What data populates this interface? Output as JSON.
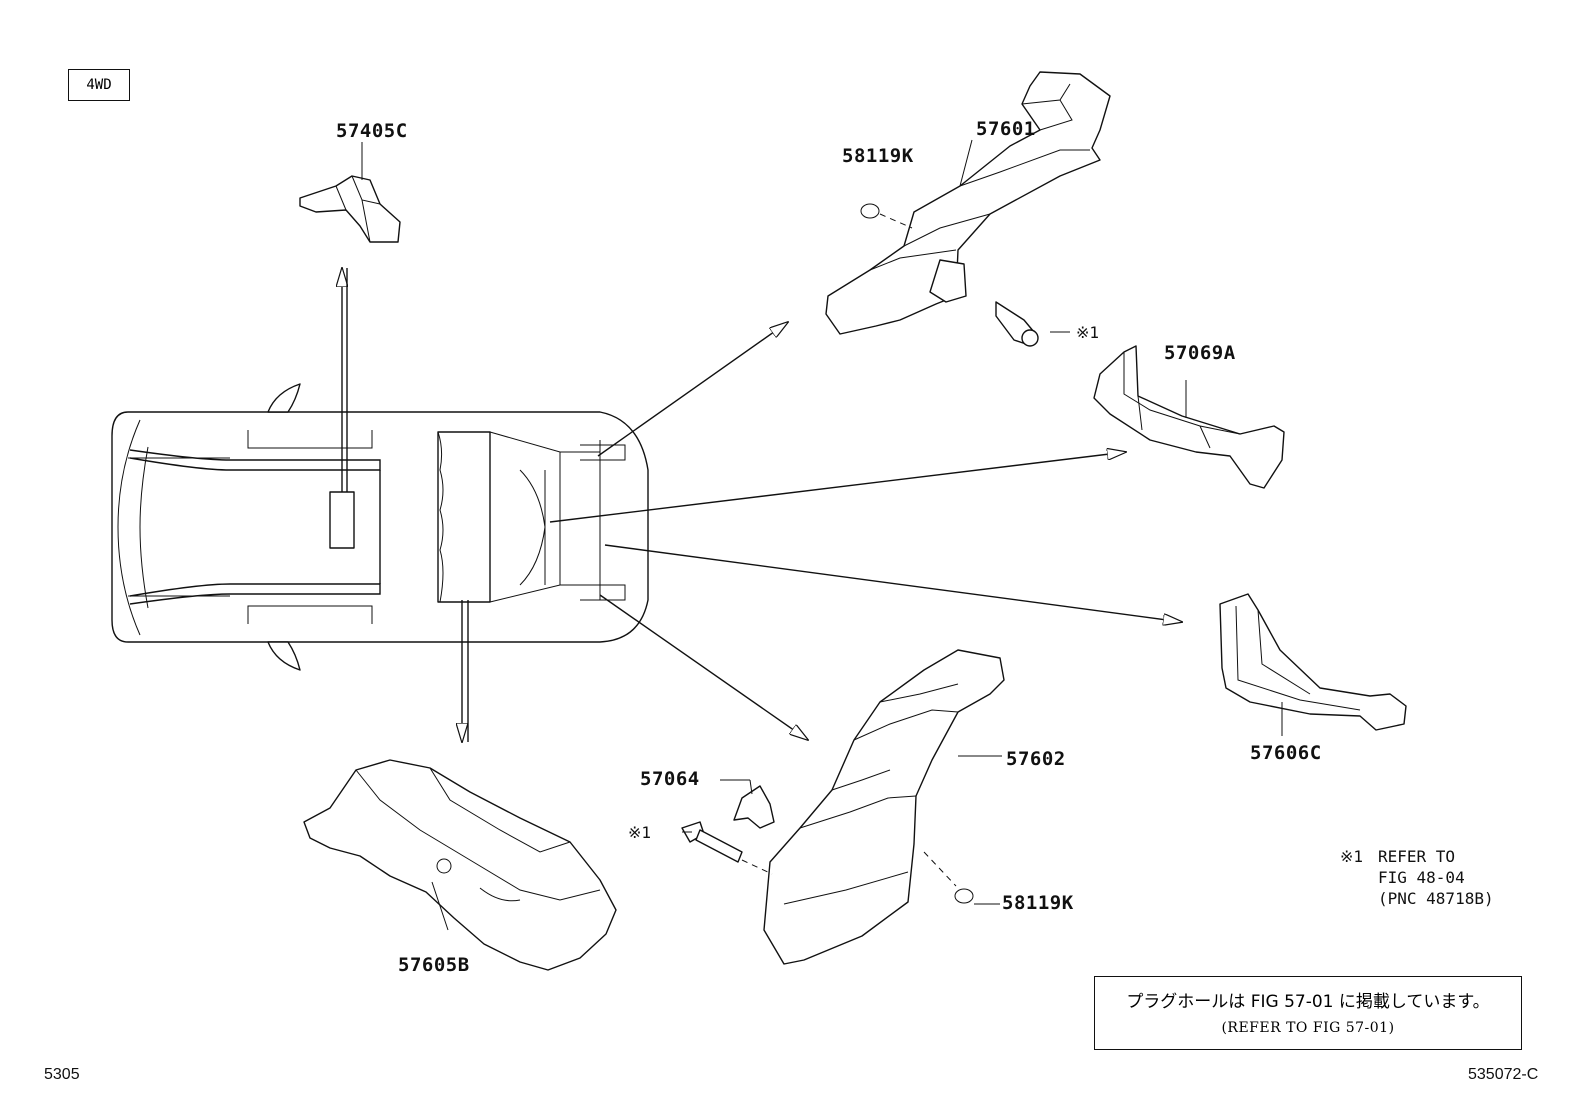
{
  "variant_tag": "4WD",
  "parts": {
    "p57405C": "57405C",
    "p57601": "57601",
    "p58119K_top": "58119K",
    "p57069A": "57069A",
    "p57602": "57602",
    "p57064": "57064",
    "p58119K_bottom": "58119K",
    "p57605B": "57605B",
    "p57606C": "57606C"
  },
  "ref_marks": {
    "top_bolt": "※1",
    "left_bolt": "※1"
  },
  "refer_note": {
    "mark": "※1",
    "line1": "REFER TO",
    "line2": "FIG 48-04",
    "line3": "(PNC 48718B)"
  },
  "plug_hole_note": {
    "japanese": "プラグホールは FIG 57-01 に掲載しています。",
    "english": "(REFER TO FIG 57-01)"
  },
  "page_number": "5305",
  "figure_code": "535072-C"
}
